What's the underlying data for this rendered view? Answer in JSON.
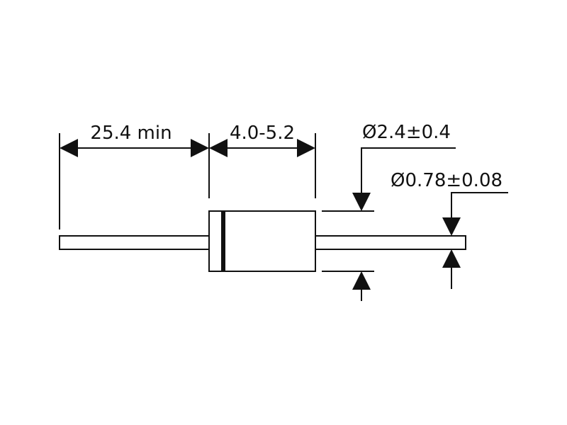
{
  "dimensions": {
    "lead_length": "25.4 min",
    "body_length": "4.0-5.2",
    "body_diameter": "Ø2.4±0.4",
    "lead_diameter": "Ø0.78±0.08"
  },
  "colors": {
    "line": "#111111",
    "background": "#ffffff"
  }
}
